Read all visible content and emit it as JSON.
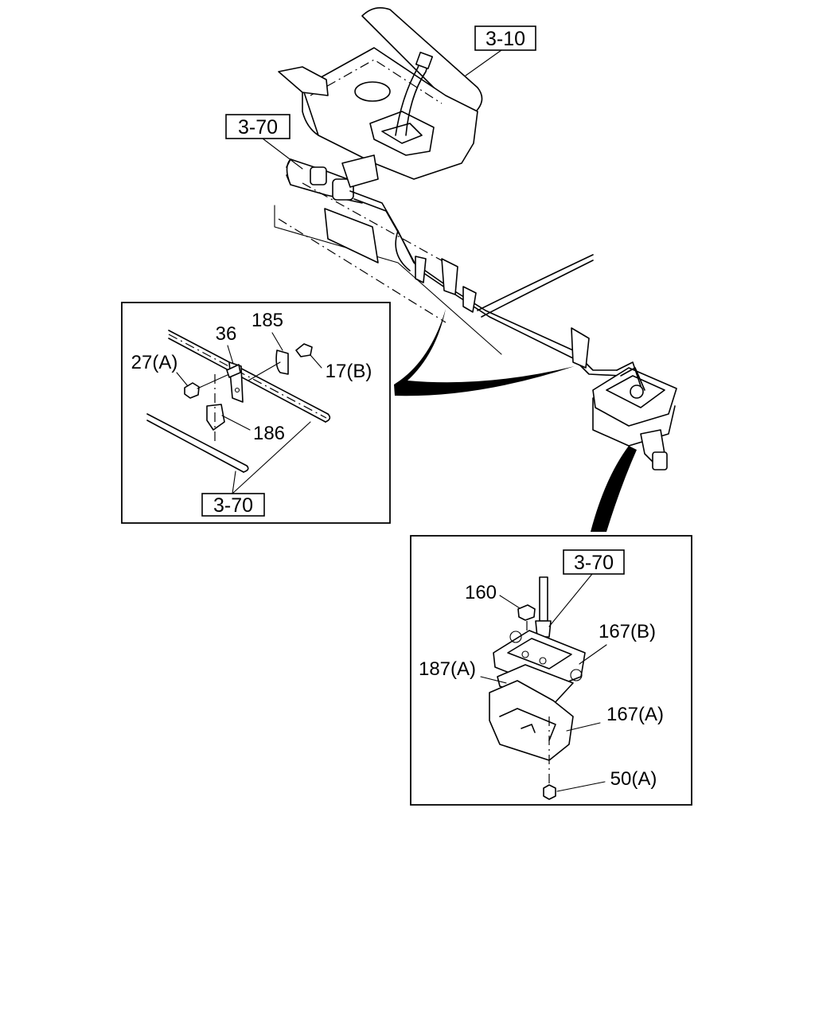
{
  "diagram": {
    "refs": {
      "fuel_tank": "3-10",
      "pipe_main": "3-70",
      "pipe_clip_detail": "3-70",
      "pipe_filter_detail": "3-70"
    },
    "labels": {
      "p185": "185",
      "p36": "36",
      "p27a": "27(A)",
      "p17b": "17(B)",
      "p186": "186",
      "p160": "160",
      "p167b": "167(B)",
      "p187a": "187(A)",
      "p167a": "167(A)",
      "p50a": "50(A)"
    }
  }
}
